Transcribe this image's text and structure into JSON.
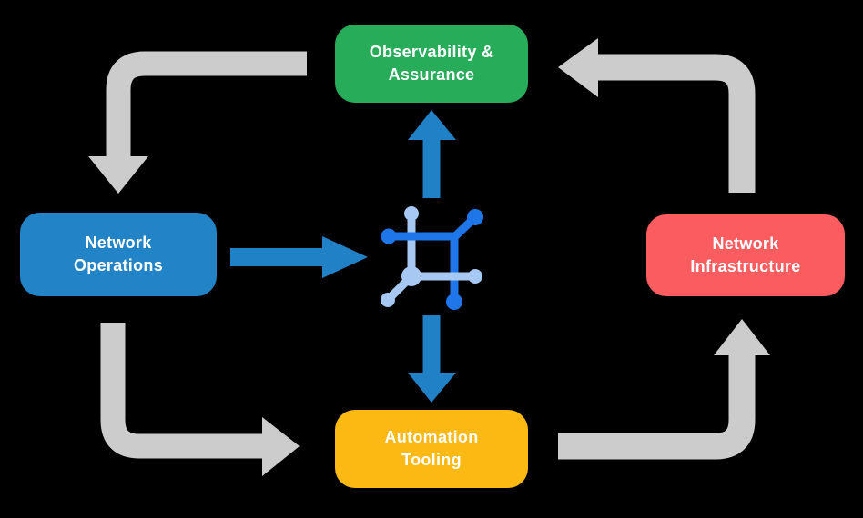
{
  "diagram": {
    "title": "Network platform cycle diagram",
    "background_color": "#000000",
    "nodes": [
      {
        "id": "observability",
        "line1": "Observability &",
        "line2": "Assurance",
        "color": "#27AC59",
        "text_color": "#FFFFFF"
      },
      {
        "id": "operations",
        "line1": "Network",
        "line2": "Operations",
        "color": "#2283C6",
        "text_color": "#FFFFFF"
      },
      {
        "id": "infrastructure",
        "line1": "Network",
        "line2": "Infrastructure",
        "color": "#FA5C5F",
        "text_color": "#FFFFFF"
      },
      {
        "id": "automation",
        "line1": "Automation",
        "line2": "Tooling",
        "color": "#FCB813",
        "text_color": "#FFFFFF"
      }
    ],
    "center_icon": {
      "name": "network-fabric-icon",
      "color_primary": "#1F76E9",
      "color_secondary": "#A6C8F3"
    },
    "arrows": {
      "gray_color": "#CCCCCC",
      "blue_color": "#2181C7",
      "flows": [
        {
          "from": "Observability & Assurance",
          "to": "Network Operations",
          "style": "gray"
        },
        {
          "from": "Network Operations",
          "to": "Automation Tooling",
          "style": "gray"
        },
        {
          "from": "Automation Tooling",
          "to": "Network Infrastructure",
          "style": "gray"
        },
        {
          "from": "Network Infrastructure",
          "to": "Observability & Assurance",
          "style": "gray"
        },
        {
          "from": "Network Operations",
          "to": "center-icon",
          "style": "blue"
        },
        {
          "from": "center-icon",
          "to": "Observability & Assurance",
          "style": "blue"
        },
        {
          "from": "center-icon",
          "to": "Automation Tooling",
          "style": "blue"
        }
      ]
    }
  }
}
